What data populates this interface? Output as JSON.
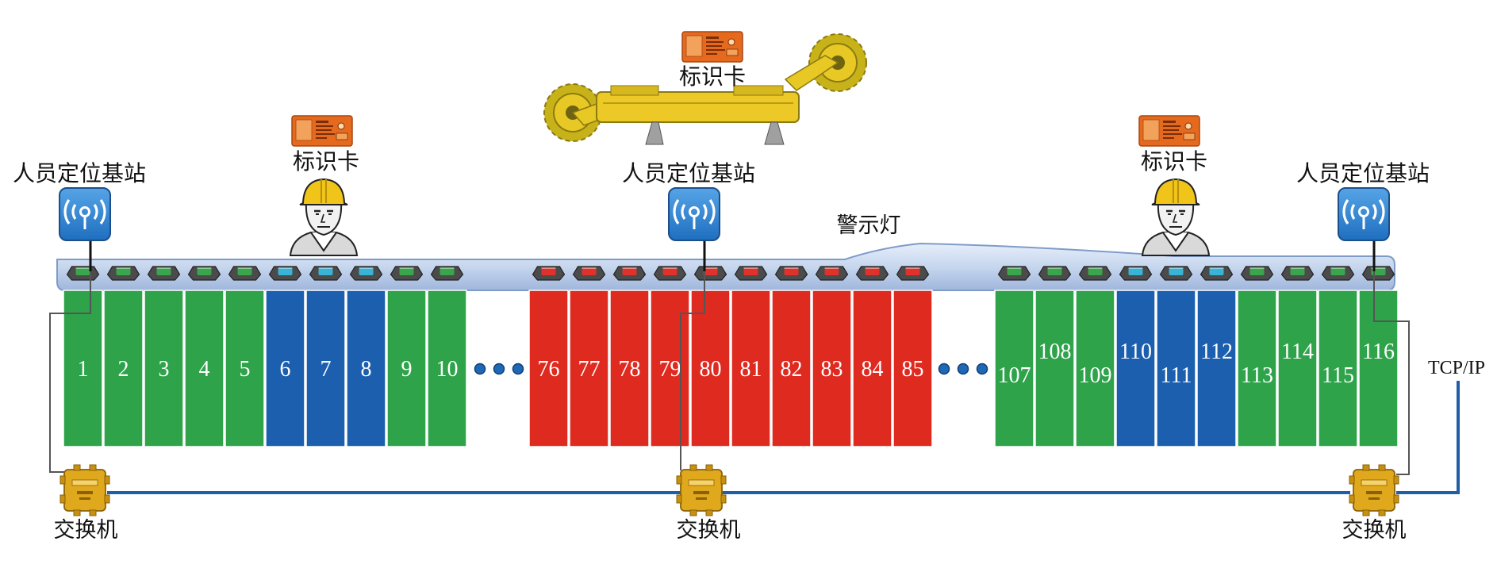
{
  "labels": {
    "base_station": "人员定位基站",
    "id_card": "标识卡",
    "warning_light": "警示灯",
    "switch": "交换机",
    "tcp_ip": "TCP/IP"
  },
  "colors": {
    "green": "#2ea34a",
    "blue": "#1b5fae",
    "red": "#df2a20",
    "trunk_line": "#1f5fa8",
    "base_station": "#2f86d6",
    "switch_body": "#e0a81c",
    "shearer": "#e8c825",
    "card": "#e56a1e",
    "warning_bar": "#c7d6ef"
  },
  "supports": {
    "group1": [
      {
        "num": "1",
        "color": "green"
      },
      {
        "num": "2",
        "color": "green"
      },
      {
        "num": "3",
        "color": "green"
      },
      {
        "num": "4",
        "color": "green"
      },
      {
        "num": "5",
        "color": "green"
      },
      {
        "num": "6",
        "color": "blue"
      },
      {
        "num": "7",
        "color": "blue"
      },
      {
        "num": "8",
        "color": "blue"
      },
      {
        "num": "9",
        "color": "green"
      },
      {
        "num": "10",
        "color": "green"
      }
    ],
    "group2": [
      {
        "num": "76",
        "color": "red"
      },
      {
        "num": "77",
        "color": "red"
      },
      {
        "num": "78",
        "color": "red"
      },
      {
        "num": "79",
        "color": "red"
      },
      {
        "num": "80",
        "color": "red"
      },
      {
        "num": "81",
        "color": "red"
      },
      {
        "num": "82",
        "color": "red"
      },
      {
        "num": "83",
        "color": "red"
      },
      {
        "num": "84",
        "color": "red"
      },
      {
        "num": "85",
        "color": "red"
      }
    ],
    "group3": [
      {
        "num": "107",
        "color": "green"
      },
      {
        "num": "108",
        "color": "green"
      },
      {
        "num": "109",
        "color": "green"
      },
      {
        "num": "110",
        "color": "blue"
      },
      {
        "num": "111",
        "color": "blue"
      },
      {
        "num": "112",
        "color": "blue"
      },
      {
        "num": "113",
        "color": "green"
      },
      {
        "num": "114",
        "color": "green"
      },
      {
        "num": "115",
        "color": "green"
      },
      {
        "num": "116",
        "color": "green"
      }
    ]
  },
  "lamp_colors": {
    "group1": [
      "green",
      "green",
      "green",
      "green",
      "green",
      "cyan",
      "cyan",
      "cyan",
      "green",
      "green"
    ],
    "group2": [
      "red",
      "red",
      "red",
      "red",
      "red",
      "red",
      "red",
      "red",
      "red",
      "red"
    ],
    "group3": [
      "green",
      "green",
      "green",
      "cyan",
      "cyan",
      "cyan",
      "green",
      "green",
      "green",
      "green"
    ]
  }
}
